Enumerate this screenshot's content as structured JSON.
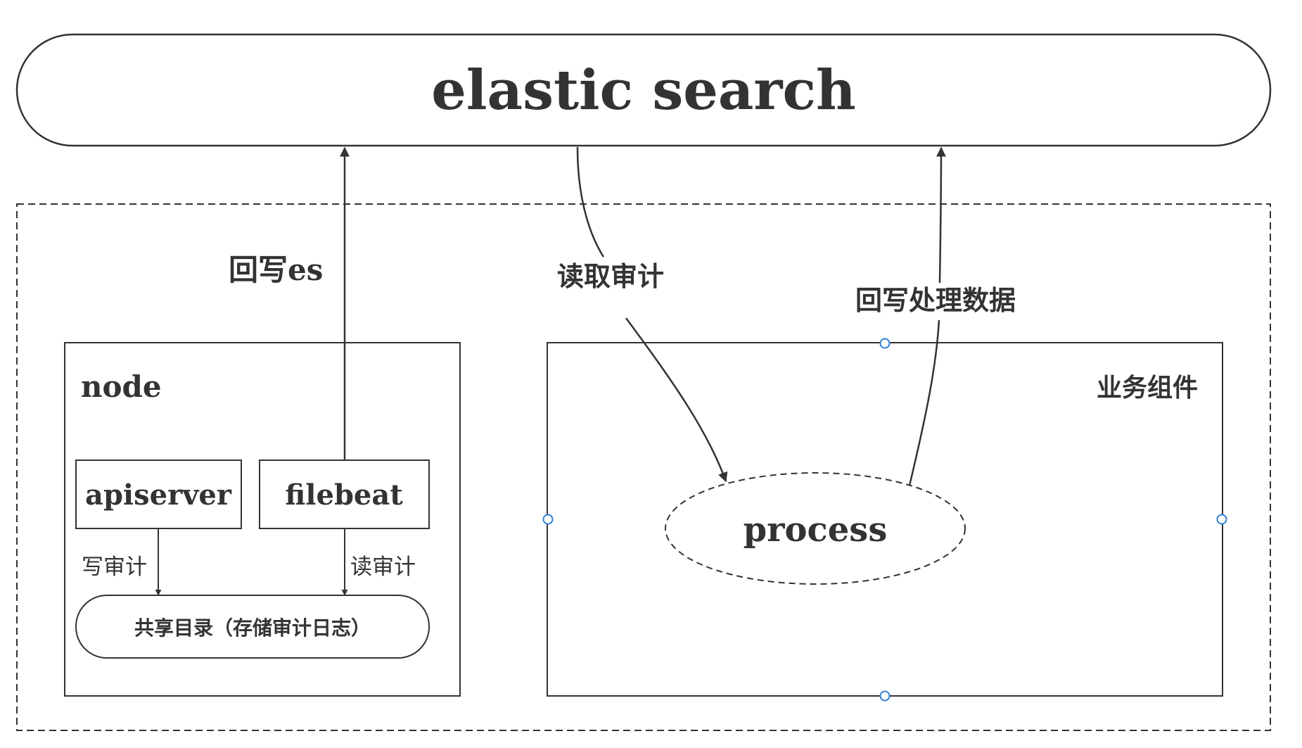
{
  "nodes": {
    "elasticsearch": "elastic search",
    "node_group": "node",
    "apiserver": "apiserver",
    "filebeat": "filebeat",
    "shared_dir": "共享目录（存储审计日志）",
    "business_group": "业务组件",
    "process": "process"
  },
  "edges": {
    "writeback_es": "回写es",
    "read_audit_es": "读取审计",
    "writeback_processed": "回写处理数据",
    "write_audit": "写审计",
    "read_audit_local": "读审计"
  },
  "colors": {
    "stroke": "#333333",
    "text": "#333333",
    "selection_handle": "#2f7fd6",
    "background": "#ffffff"
  }
}
